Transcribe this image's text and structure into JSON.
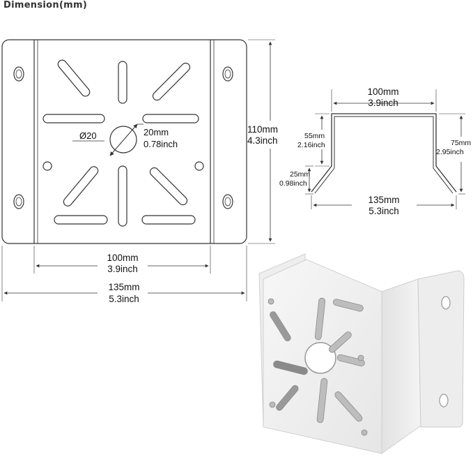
{
  "title": "Dimension(mm)",
  "plate": {
    "hole_mm": "Ø20",
    "hole_size_mm": "20mm",
    "hole_size_in": "0.78inch",
    "height_mm": "110mm",
    "height_in": "4.3inch",
    "inner_width_mm": "100mm",
    "inner_width_in": "3.9inch",
    "outer_width_mm": "135mm",
    "outer_width_in": "5.3inch"
  },
  "profile": {
    "top_width_mm": "100mm",
    "top_width_in": "3.9inch",
    "side_height_mm": "55mm",
    "side_height_in": "2.16inch",
    "flange_mm": "25mm",
    "flange_in": "0.98inch",
    "total_height_mm": "75mm",
    "total_height_in": "2.95inch",
    "base_width_mm": "135mm",
    "base_width_in": "5.3inch"
  },
  "colors": {
    "line": "#333333",
    "bracket_face": "#f2f2f2",
    "bracket_shade": "#d9d9d9",
    "slot_shadow": "#8a8a8a"
  }
}
